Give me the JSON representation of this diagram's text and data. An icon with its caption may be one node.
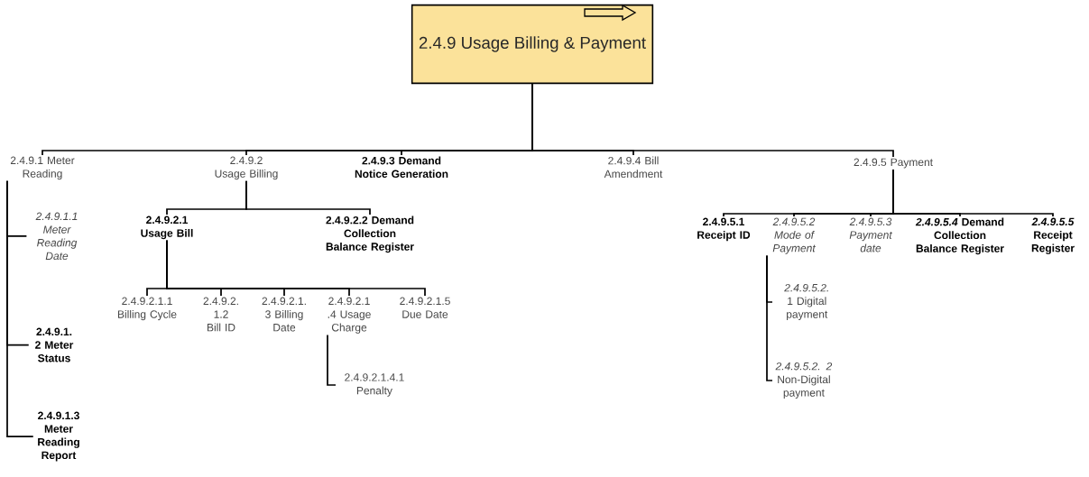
{
  "diagram": {
    "nodes": [
      {
        "text": [
          "2.4.9 Usage Billing & Payment"
        ]
      },
      {
        "text": [
          "2.4.9.1 Meter Reading"
        ]
      },
      {
        "text": [
          "2.4.9.2 Usage Billing"
        ]
      },
      {
        "text": [
          "2.4.9.3 Demand Notice Generation"
        ]
      },
      {
        "text": [
          "2.4.9.4 Bill Amendment"
        ]
      },
      {
        "text": [
          "2.4.9.5 Payment"
        ]
      },
      {
        "text": [
          "2.4.9.1.1 Meter Reading Date"
        ]
      },
      {
        "text": [
          "2.4.9.1. 2 Meter Status"
        ]
      },
      {
        "text": [
          "2.4.9.1.3 Meter Reading Report"
        ]
      },
      {
        "text": [
          "2.4.9.2.1 Usage Bill"
        ]
      },
      {
        "text": [
          "2.4.9.2.2 Demand Collection Balance Register"
        ]
      },
      {
        "text": [
          "2.4.9.2.1.1 Billing Cycle"
        ]
      },
      {
        "text": [
          "2.4.9.2. 1.2 Bill ID"
        ]
      },
      {
        "text": [
          "2.4.9.2.1. 3 Billing Date"
        ]
      },
      {
        "text": [
          "2.4.9.2.1 .4 Usage Charge"
        ]
      },
      {
        "text": [
          "2.4.9.2.1.5 Due Date"
        ]
      },
      {
        "text": [
          "2.4.9.2.1.4.1 Penalty"
        ]
      },
      {
        "text": [
          "2.4.9.5.1 Receipt ID"
        ]
      },
      {
        "text": [
          "2.4.9.5.2 Mode of Payment"
        ]
      },
      {
        "text": [
          "2.4.9.5.3 Payment date"
        ]
      },
      {
        "text": [
          "*2.4.9.5.4* Demand Collection Balance Register"
        ]
      },
      {
        "text": [
          "*2.4.9.5.5* Receipt Register"
        ]
      },
      {
        "text": [
          "*2.4.9.5.2.* 1 Digital payment"
        ]
      },
      {
        "text": [
          "*2.4.9.5.2. 2* Non-Digital payment"
        ]
      }
    ],
    "edges": [
      {
        "from": 0,
        "to": 1,
        "arrow": "none"
      },
      {
        "from": 0,
        "to": 2,
        "arrow": "none"
      },
      {
        "from": 0,
        "to": 3,
        "arrow": "none"
      },
      {
        "from": 0,
        "to": 4,
        "arrow": "none"
      },
      {
        "from": 0,
        "to": 5,
        "arrow": "none"
      },
      {
        "from": 1,
        "to": 6,
        "arrow": "none"
      },
      {
        "from": 1,
        "to": 7,
        "arrow": "none"
      },
      {
        "from": 1,
        "to": 8,
        "arrow": "none"
      },
      {
        "from": 2,
        "to": 9,
        "arrow": "none"
      },
      {
        "from": 2,
        "to": 10,
        "arrow": "none"
      },
      {
        "from": 9,
        "to": 11,
        "arrow": "none"
      },
      {
        "from": 9,
        "to": 12,
        "arrow": "none"
      },
      {
        "from": 9,
        "to": 13,
        "arrow": "none"
      },
      {
        "from": 9,
        "to": 14,
        "arrow": "none"
      },
      {
        "from": 9,
        "to": 15,
        "arrow": "none"
      },
      {
        "from": 14,
        "to": 16,
        "arrow": "none"
      },
      {
        "from": 5,
        "to": 17,
        "arrow": "none"
      },
      {
        "from": 5,
        "to": 18,
        "arrow": "none"
      },
      {
        "from": 5,
        "to": 19,
        "arrow": "none"
      },
      {
        "from": 5,
        "to": 20,
        "arrow": "none"
      },
      {
        "from": 5,
        "to": 21,
        "arrow": "none"
      },
      {
        "from": 18,
        "to": 22,
        "arrow": "none"
      },
      {
        "from": 18,
        "to": 23,
        "arrow": "none"
      }
    ]
  }
}
